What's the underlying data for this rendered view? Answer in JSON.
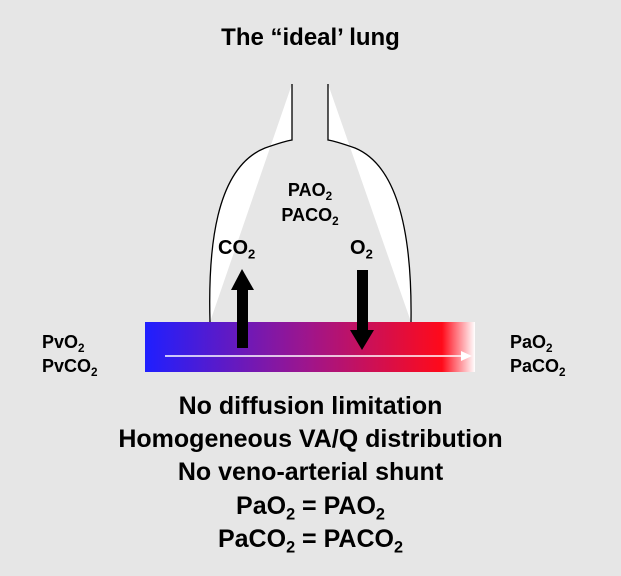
{
  "title": "The “ideal’ lung",
  "alveolus": {
    "line1": [
      "PAO",
      "2",
      ""
    ],
    "line2": [
      "PACO",
      "2",
      ""
    ]
  },
  "arrows": {
    "co2": [
      "CO",
      "2",
      ""
    ],
    "o2": [
      "O",
      "2",
      ""
    ]
  },
  "venous": {
    "po2": [
      "PvO",
      "2",
      ""
    ],
    "pco2": [
      "PvCO",
      "2",
      ""
    ]
  },
  "arterial": {
    "po2": [
      "PaO",
      "2",
      ""
    ],
    "pco2": [
      "PaCO",
      "2",
      ""
    ]
  },
  "statements": {
    "s1": "No diffusion limitation",
    "s2": "Homogeneous VA/Q distribution",
    "s3": "No veno-arterial shunt",
    "eq1": [
      "PaO",
      "2",
      " = PAO",
      "2",
      ""
    ],
    "eq2": [
      "PaCO",
      "2",
      " = PACO",
      "2",
      ""
    ]
  },
  "colors": {
    "background": "#e6e6e6",
    "lung_fill": "#ffffff",
    "venous_blue": "#1f1fff",
    "arterial_red": "#ff0a1a",
    "arrow": "#000000"
  }
}
